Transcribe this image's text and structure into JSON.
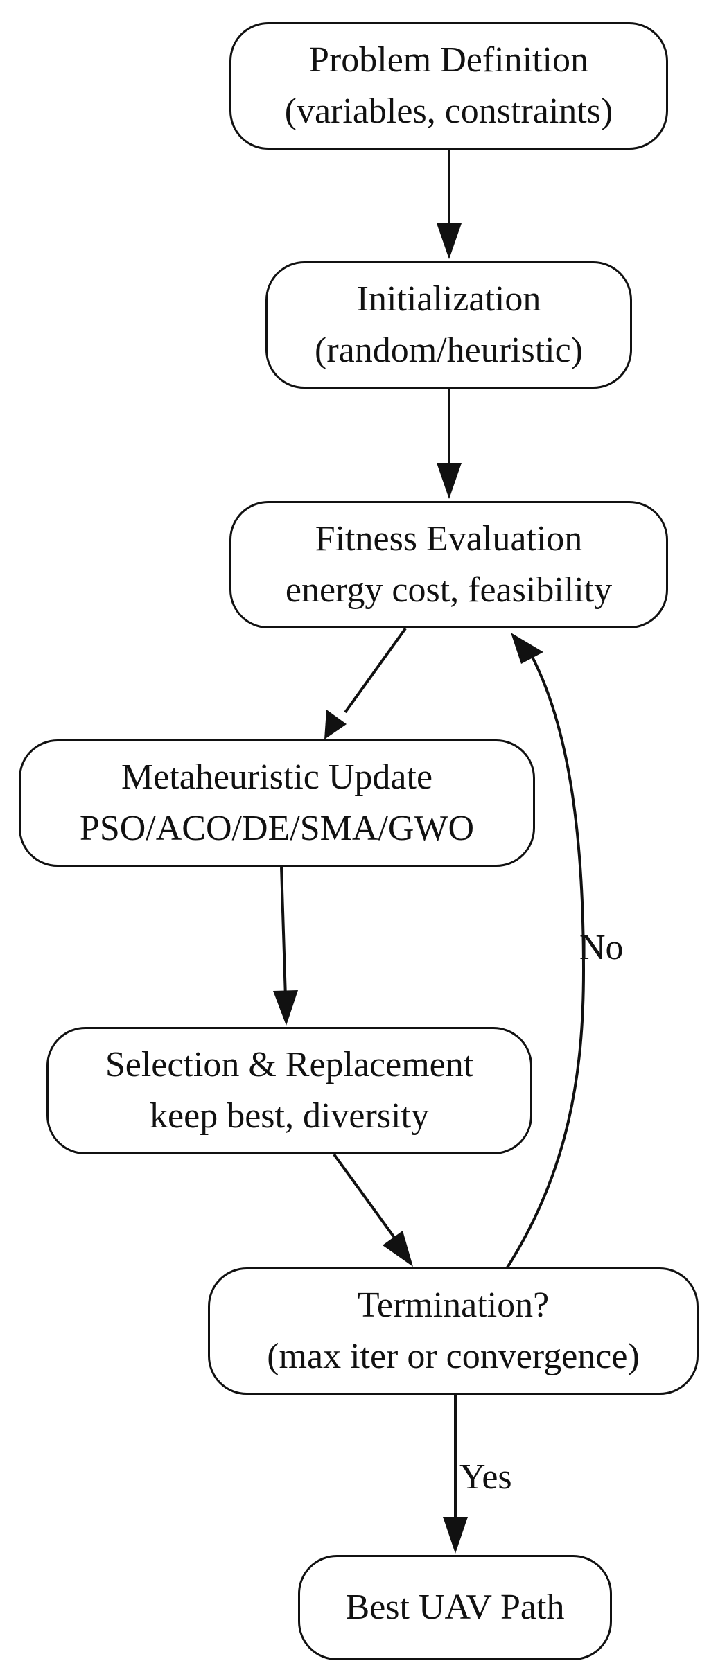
{
  "nodes": [
    {
      "id": "n1",
      "lines": [
        "Problem Definition",
        "(variables, constraints)"
      ]
    },
    {
      "id": "n2",
      "lines": [
        "Initialization",
        "(random/heuristic)"
      ]
    },
    {
      "id": "n3",
      "lines": [
        "Fitness Evaluation",
        "energy cost, feasibility"
      ]
    },
    {
      "id": "n4",
      "lines": [
        "Metaheuristic Update",
        "PSO/ACO/DE/SMA/GWO"
      ]
    },
    {
      "id": "n5",
      "lines": [
        "Selection & Replacement",
        "keep best, diversity"
      ]
    },
    {
      "id": "n6",
      "lines": [
        "Termination?",
        "(max iter or convergence)"
      ]
    },
    {
      "id": "n7",
      "lines": [
        "Best UAV Path"
      ]
    }
  ],
  "edges": [
    {
      "from": "n1",
      "to": "n2",
      "label": ""
    },
    {
      "from": "n2",
      "to": "n3",
      "label": ""
    },
    {
      "from": "n3",
      "to": "n4",
      "label": ""
    },
    {
      "from": "n4",
      "to": "n5",
      "label": ""
    },
    {
      "from": "n5",
      "to": "n6",
      "label": ""
    },
    {
      "from": "n6",
      "to": "n3",
      "label": "No"
    },
    {
      "from": "n6",
      "to": "n7",
      "label": "Yes"
    }
  ],
  "colors": {
    "stroke": "#111111",
    "fill": "#ffffff",
    "text": "#111111"
  }
}
